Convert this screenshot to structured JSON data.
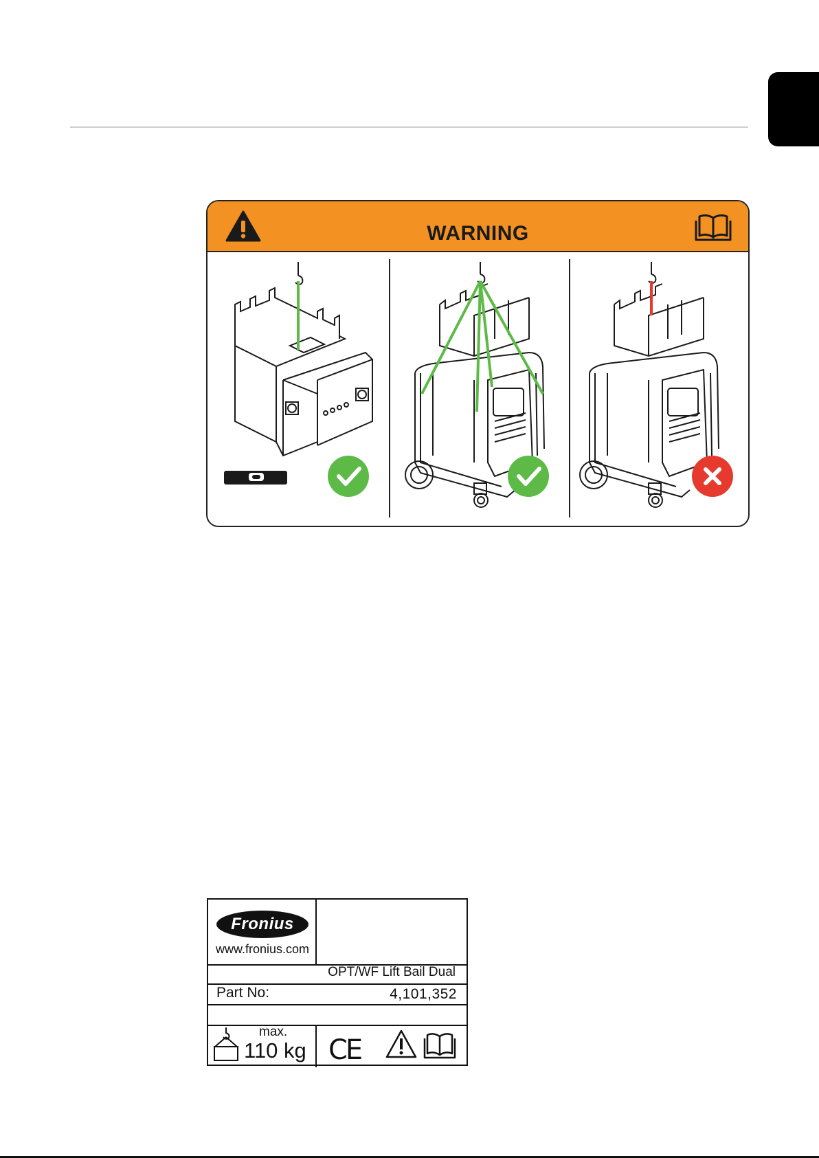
{
  "warning": {
    "title": "WARNING",
    "icons": [
      "warning-triangle-icon",
      "read-manual-icon"
    ],
    "panels": [
      {
        "status": "allowed",
        "status_icon": "checkmark-icon",
        "status_color": "#5dba47",
        "extra": "spirit-level-icon"
      },
      {
        "status": "allowed",
        "status_icon": "checkmark-icon",
        "status_color": "#5dba47"
      },
      {
        "status": "forbidden",
        "status_icon": "cross-icon",
        "status_color": "#e63a2e"
      }
    ],
    "colors": {
      "band": "#f39222",
      "ok": "#5dba47",
      "bad": "#e63a2e"
    }
  },
  "plate": {
    "brand": "Fronius",
    "url": "www.fronius.com",
    "product": "OPT/WF Lift Bail Dual",
    "part_label": "Part No:",
    "part_number": "4,101,352",
    "max_label": "max.",
    "max_load": "110 kg",
    "ce_mark": "CE",
    "icons": [
      "lifting-hook-icon",
      "warning-triangle-icon",
      "read-manual-icon"
    ]
  }
}
